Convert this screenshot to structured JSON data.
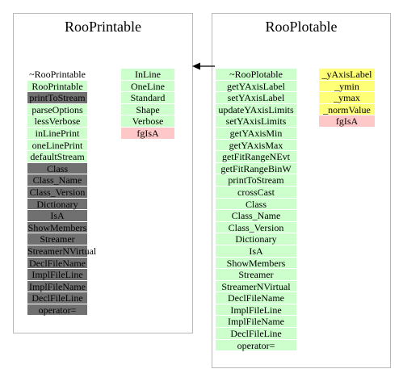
{
  "classes": [
    {
      "name": "RooPrintable",
      "methods": [
        {
          "text": "~RooPrintable",
          "style": "plain"
        },
        {
          "text": "RooPrintable",
          "style": "green"
        },
        {
          "text": "printToStream",
          "style": "dark"
        },
        {
          "text": "parseOptions",
          "style": "green"
        },
        {
          "text": "lessVerbose",
          "style": "green"
        },
        {
          "text": "inLinePrint",
          "style": "green"
        },
        {
          "text": "oneLinePrint",
          "style": "green"
        },
        {
          "text": "defaultStream",
          "style": "green"
        },
        {
          "text": "Class",
          "style": "dark"
        },
        {
          "text": "Class_Name",
          "style": "dark"
        },
        {
          "text": "Class_Version",
          "style": "dark"
        },
        {
          "text": "Dictionary",
          "style": "dark"
        },
        {
          "text": "IsA",
          "style": "dark"
        },
        {
          "text": "ShowMembers",
          "style": "dark"
        },
        {
          "text": "Streamer",
          "style": "dark"
        },
        {
          "text": "StreamerNVirtual",
          "style": "dark"
        },
        {
          "text": "DeclFileName",
          "style": "dark"
        },
        {
          "text": "ImplFileLine",
          "style": "dark"
        },
        {
          "text": "ImplFileName",
          "style": "dark"
        },
        {
          "text": "DeclFileLine",
          "style": "dark"
        },
        {
          "text": "operator=",
          "style": "dark"
        }
      ],
      "attributes": [
        {
          "text": "InLine",
          "style": "green"
        },
        {
          "text": "OneLine",
          "style": "green"
        },
        {
          "text": "Standard",
          "style": "green"
        },
        {
          "text": "Shape",
          "style": "green"
        },
        {
          "text": "Verbose",
          "style": "green"
        },
        {
          "text": "fgIsA",
          "style": "pink"
        }
      ]
    },
    {
      "name": "RooPlotable",
      "methods": [
        {
          "text": "~RooPlotable",
          "style": "green"
        },
        {
          "text": "getYAxisLabel",
          "style": "green"
        },
        {
          "text": "setYAxisLabel",
          "style": "green"
        },
        {
          "text": "updateYAxisLimits",
          "style": "green"
        },
        {
          "text": "setYAxisLimits",
          "style": "green"
        },
        {
          "text": "getYAxisMin",
          "style": "green"
        },
        {
          "text": "getYAxisMax",
          "style": "green"
        },
        {
          "text": "getFitRangeNEvt",
          "style": "green"
        },
        {
          "text": "getFitRangeBinW",
          "style": "green"
        },
        {
          "text": "printToStream",
          "style": "green"
        },
        {
          "text": "crossCast",
          "style": "green"
        },
        {
          "text": "Class",
          "style": "green"
        },
        {
          "text": "Class_Name",
          "style": "green"
        },
        {
          "text": "Class_Version",
          "style": "green"
        },
        {
          "text": "Dictionary",
          "style": "green"
        },
        {
          "text": "IsA",
          "style": "green"
        },
        {
          "text": "ShowMembers",
          "style": "green"
        },
        {
          "text": "Streamer",
          "style": "green"
        },
        {
          "text": "StreamerNVirtual",
          "style": "green"
        },
        {
          "text": "DeclFileName",
          "style": "green"
        },
        {
          "text": "ImplFileLine",
          "style": "green"
        },
        {
          "text": "ImplFileName",
          "style": "green"
        },
        {
          "text": "DeclFileLine",
          "style": "green"
        },
        {
          "text": "operator=",
          "style": "green"
        }
      ],
      "attributes": [
        {
          "text": "_yAxisLabel",
          "style": "yellow"
        },
        {
          "text": "_ymin",
          "style": "yellow"
        },
        {
          "text": "_ymax",
          "style": "yellow"
        },
        {
          "text": "_normValue",
          "style": "yellow"
        },
        {
          "text": "fgIsA",
          "style": "pink"
        }
      ]
    }
  ],
  "colors": {
    "public_member": "#ccffcc",
    "inherited_member": "#707070",
    "protected_member": "#ffff77",
    "static_member": "#ffc8c8",
    "box_border": "#b8b8b8"
  }
}
